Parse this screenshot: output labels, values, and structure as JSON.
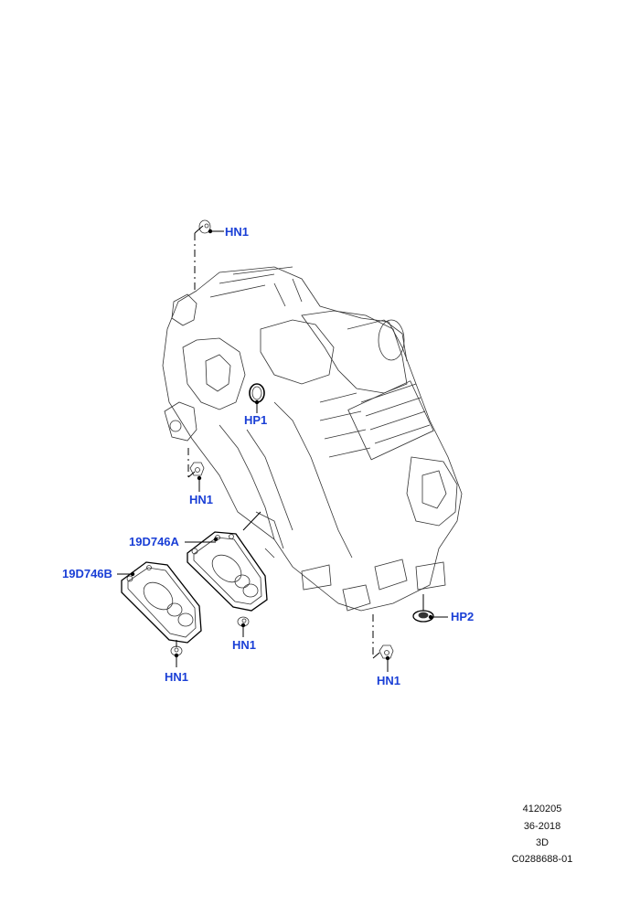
{
  "callouts": {
    "hn1_top": "HN1",
    "hp1": "HP1",
    "hn1_left": "HN1",
    "part_a": "19D746A",
    "part_b": "19D746B",
    "hn1_mid": "HN1",
    "hn1_bottom_left": "HN1",
    "hn1_bottom_right": "HN1",
    "hp2": "HP2"
  },
  "reference": {
    "line1": "4120205",
    "line2": "36-2018",
    "line3": "3D",
    "line4": "C0288688-01"
  },
  "colors": {
    "callout": "#1a3fd6",
    "lines": "#333333"
  }
}
